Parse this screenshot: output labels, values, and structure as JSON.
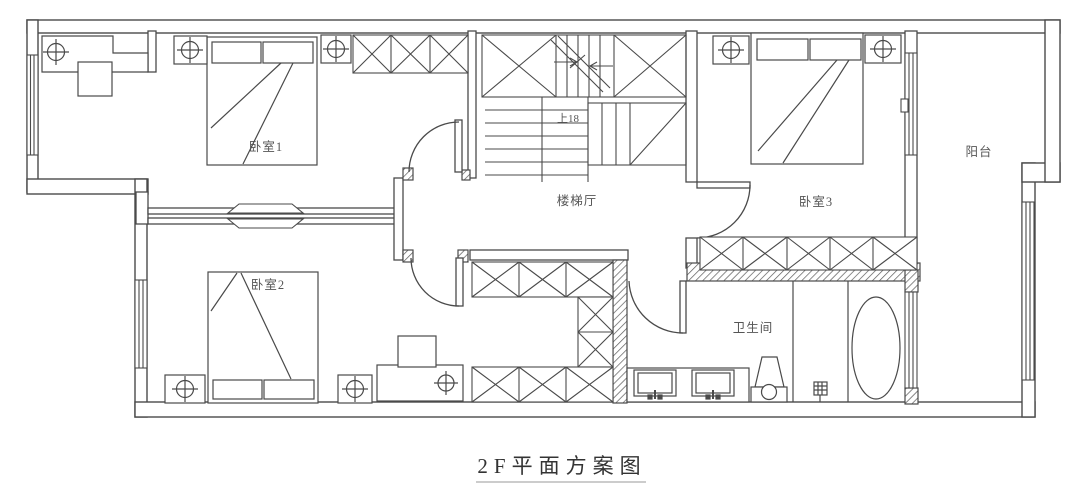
{
  "title": {
    "text": "2F平面方案图"
  },
  "rooms": {
    "bedroom1": {
      "label": "卧室1"
    },
    "bedroom2": {
      "label": "卧室2"
    },
    "bedroom3": {
      "label": "卧室3"
    },
    "stair_hall": {
      "label": "楼梯厅"
    },
    "bathroom": {
      "label": "卫生间"
    },
    "balcony": {
      "label": "阳台"
    }
  },
  "stairs": {
    "direction_note": "上18"
  },
  "colors": {
    "line": "#4a4a4a",
    "background": "#ffffff"
  }
}
